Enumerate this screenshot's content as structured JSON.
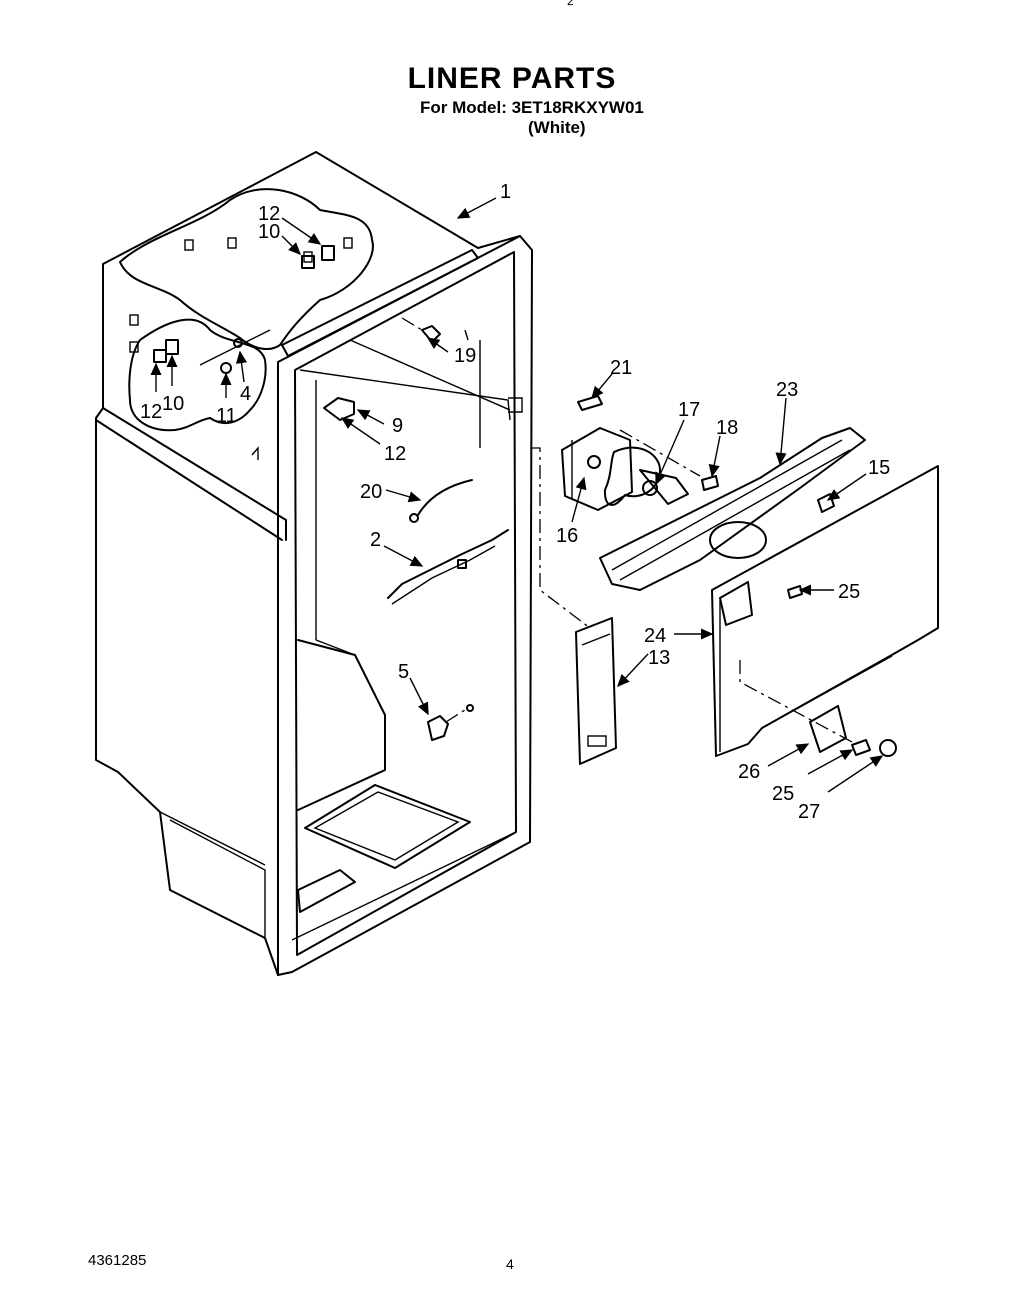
{
  "header": {
    "title": "LINER PARTS",
    "model_line": "For Model: 3ET18RKXYW01",
    "variant": "(White)"
  },
  "footer": {
    "doc_number": "4361285",
    "page_number": "4"
  },
  "top_mark": "2",
  "callouts": {
    "c1": "1",
    "c12a": "12",
    "c10a": "10",
    "c19": "19",
    "c4": "4",
    "c12b": "12",
    "c10b": "10",
    "c11": "11",
    "c9": "9",
    "c12c": "12",
    "c20": "20",
    "c2": "2",
    "c5": "5",
    "c21": "21",
    "c17": "17",
    "c18": "18",
    "c23": "23",
    "c15": "15",
    "c16": "16",
    "c25a": "25",
    "c24": "24",
    "c13": "13",
    "c26": "26",
    "c25b": "25",
    "c27": "27"
  }
}
